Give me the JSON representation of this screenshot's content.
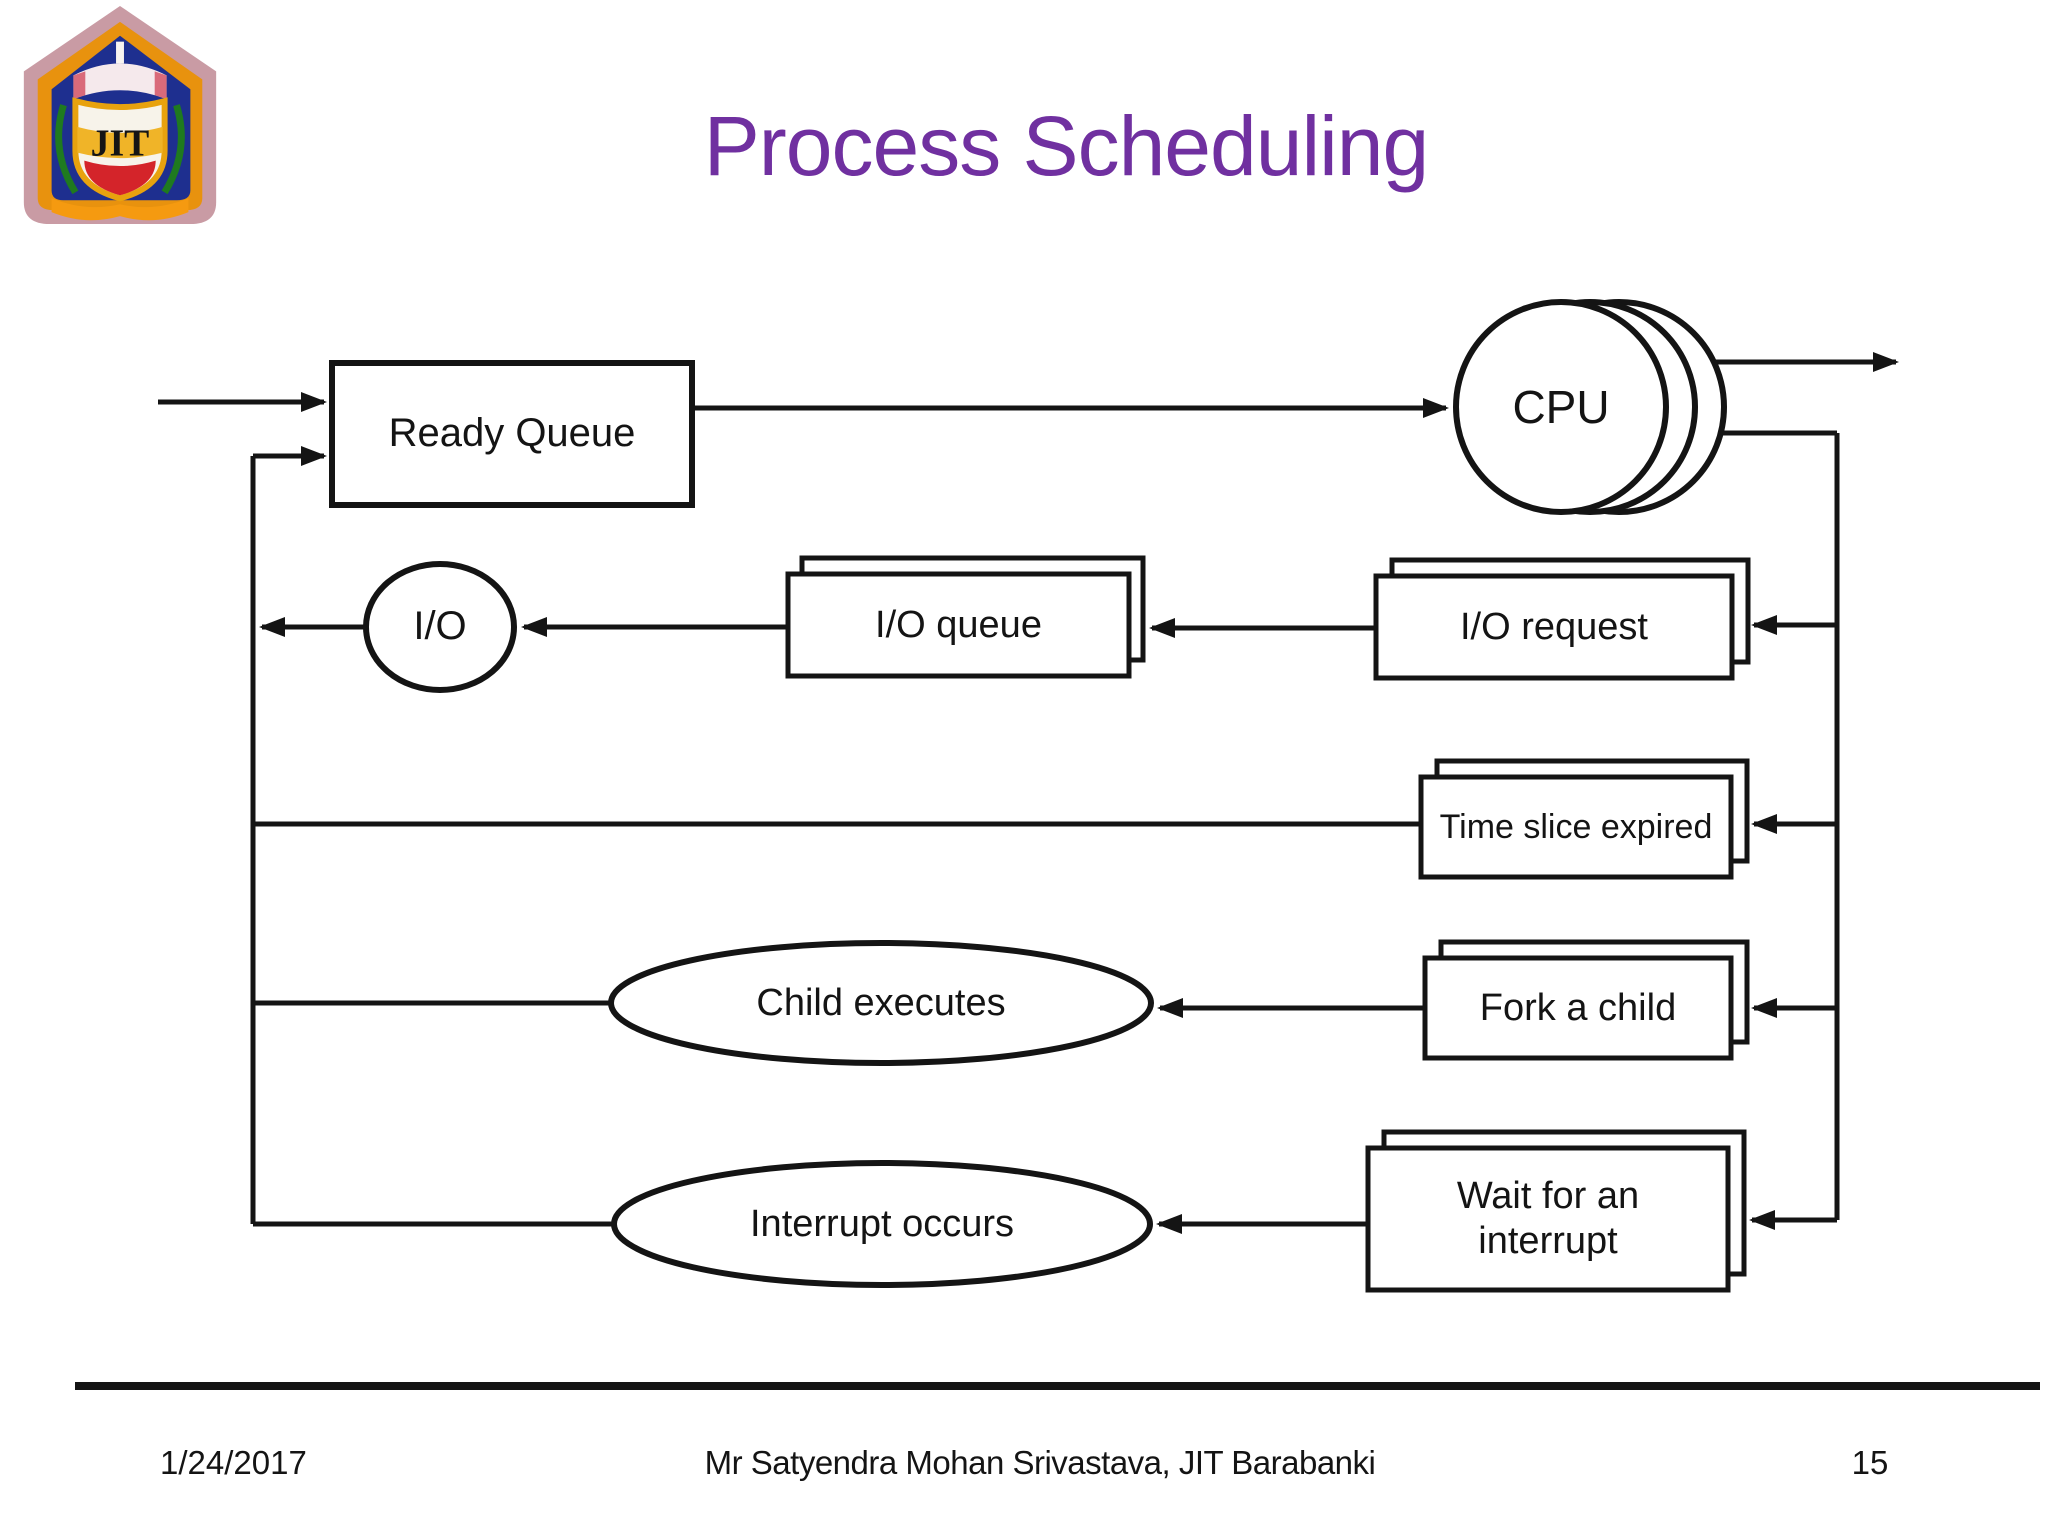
{
  "slide": {
    "title": "Process Scheduling",
    "title_color": "#7030A0",
    "logo": {
      "name": "jit-college-crest",
      "monogram": "JIT"
    },
    "footer": {
      "date": "1/24/2017",
      "credit": "Mr Satyendra Mohan Srivastava, JIT Barabanki",
      "slide_number": "15"
    }
  },
  "diagram": {
    "type": "flowchart",
    "line_color": "#141414",
    "nodes": {
      "ready_queue": {
        "label": "Ready Queue",
        "shape": "rectangle"
      },
      "cpu": {
        "label": "CPU",
        "shape": "stacked-circles"
      },
      "io": {
        "label": "I/O",
        "shape": "circle"
      },
      "io_queue": {
        "label": "I/O queue",
        "shape": "stacked-rectangle"
      },
      "io_request": {
        "label": "I/O request",
        "shape": "stacked-rectangle"
      },
      "time_slice": {
        "label": "Time slice expired",
        "shape": "stacked-rectangle"
      },
      "child_executes": {
        "label": "Child executes",
        "shape": "ellipse"
      },
      "fork_child": {
        "label": "Fork a child",
        "shape": "stacked-rectangle"
      },
      "interrupt_occurs": {
        "label": "Interrupt occurs",
        "shape": "ellipse"
      },
      "wait_interrupt": {
        "label": "Wait for an interrupt",
        "shape": "stacked-rectangle"
      }
    },
    "edges": [
      {
        "from": "entry",
        "to": "ready_queue"
      },
      {
        "from": "ready_queue",
        "to": "cpu"
      },
      {
        "from": "cpu",
        "to": "exit"
      },
      {
        "from": "cpu",
        "to": "io_request"
      },
      {
        "from": "io_request",
        "to": "io_queue"
      },
      {
        "from": "io_queue",
        "to": "io"
      },
      {
        "from": "io",
        "to": "ready_queue"
      },
      {
        "from": "cpu",
        "to": "time_slice"
      },
      {
        "from": "time_slice",
        "to": "ready_queue"
      },
      {
        "from": "cpu",
        "to": "fork_child"
      },
      {
        "from": "fork_child",
        "to": "child_executes"
      },
      {
        "from": "child_executes",
        "to": "ready_queue"
      },
      {
        "from": "cpu",
        "to": "wait_interrupt"
      },
      {
        "from": "wait_interrupt",
        "to": "interrupt_occurs"
      },
      {
        "from": "interrupt_occurs",
        "to": "ready_queue"
      }
    ]
  }
}
